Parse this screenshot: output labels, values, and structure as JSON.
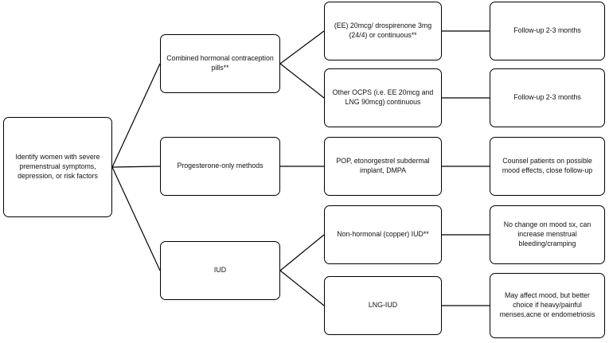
{
  "root": "Identify women with severe premenstrual symptoms, depression, or risk factors",
  "categories": {
    "coc": "Combined hormonal contraception pills**",
    "progesterone": "Progesterone-only methods",
    "iud": "IUD"
  },
  "options": {
    "ee_drospirenone": "(EE) 20mcg/ drospirenone 3mg (24/4) or continuous**",
    "other_ocps": "Other OCPS (i.e. EE 20mcg and LNG 90mcg) continuous",
    "pop": "POP, etonorgestrel subdermal implant, DMPA",
    "copper_iud": "Non-hormonal  (copper) IUD**",
    "lng_iud": "LNG-IUD"
  },
  "outcomes": {
    "ee_drospirenone": "Follow-up 2-3 months",
    "other_ocps": "Follow-up 2-3 months",
    "pop": "Counsel patients on possible mood effects, close follow-up",
    "copper_iud": "No change on mood sx, can increase menstrual bleeding/cramping",
    "lng_iud": "May affect mood, but better choice if heavy/painful menses,acne or endometriosis"
  }
}
